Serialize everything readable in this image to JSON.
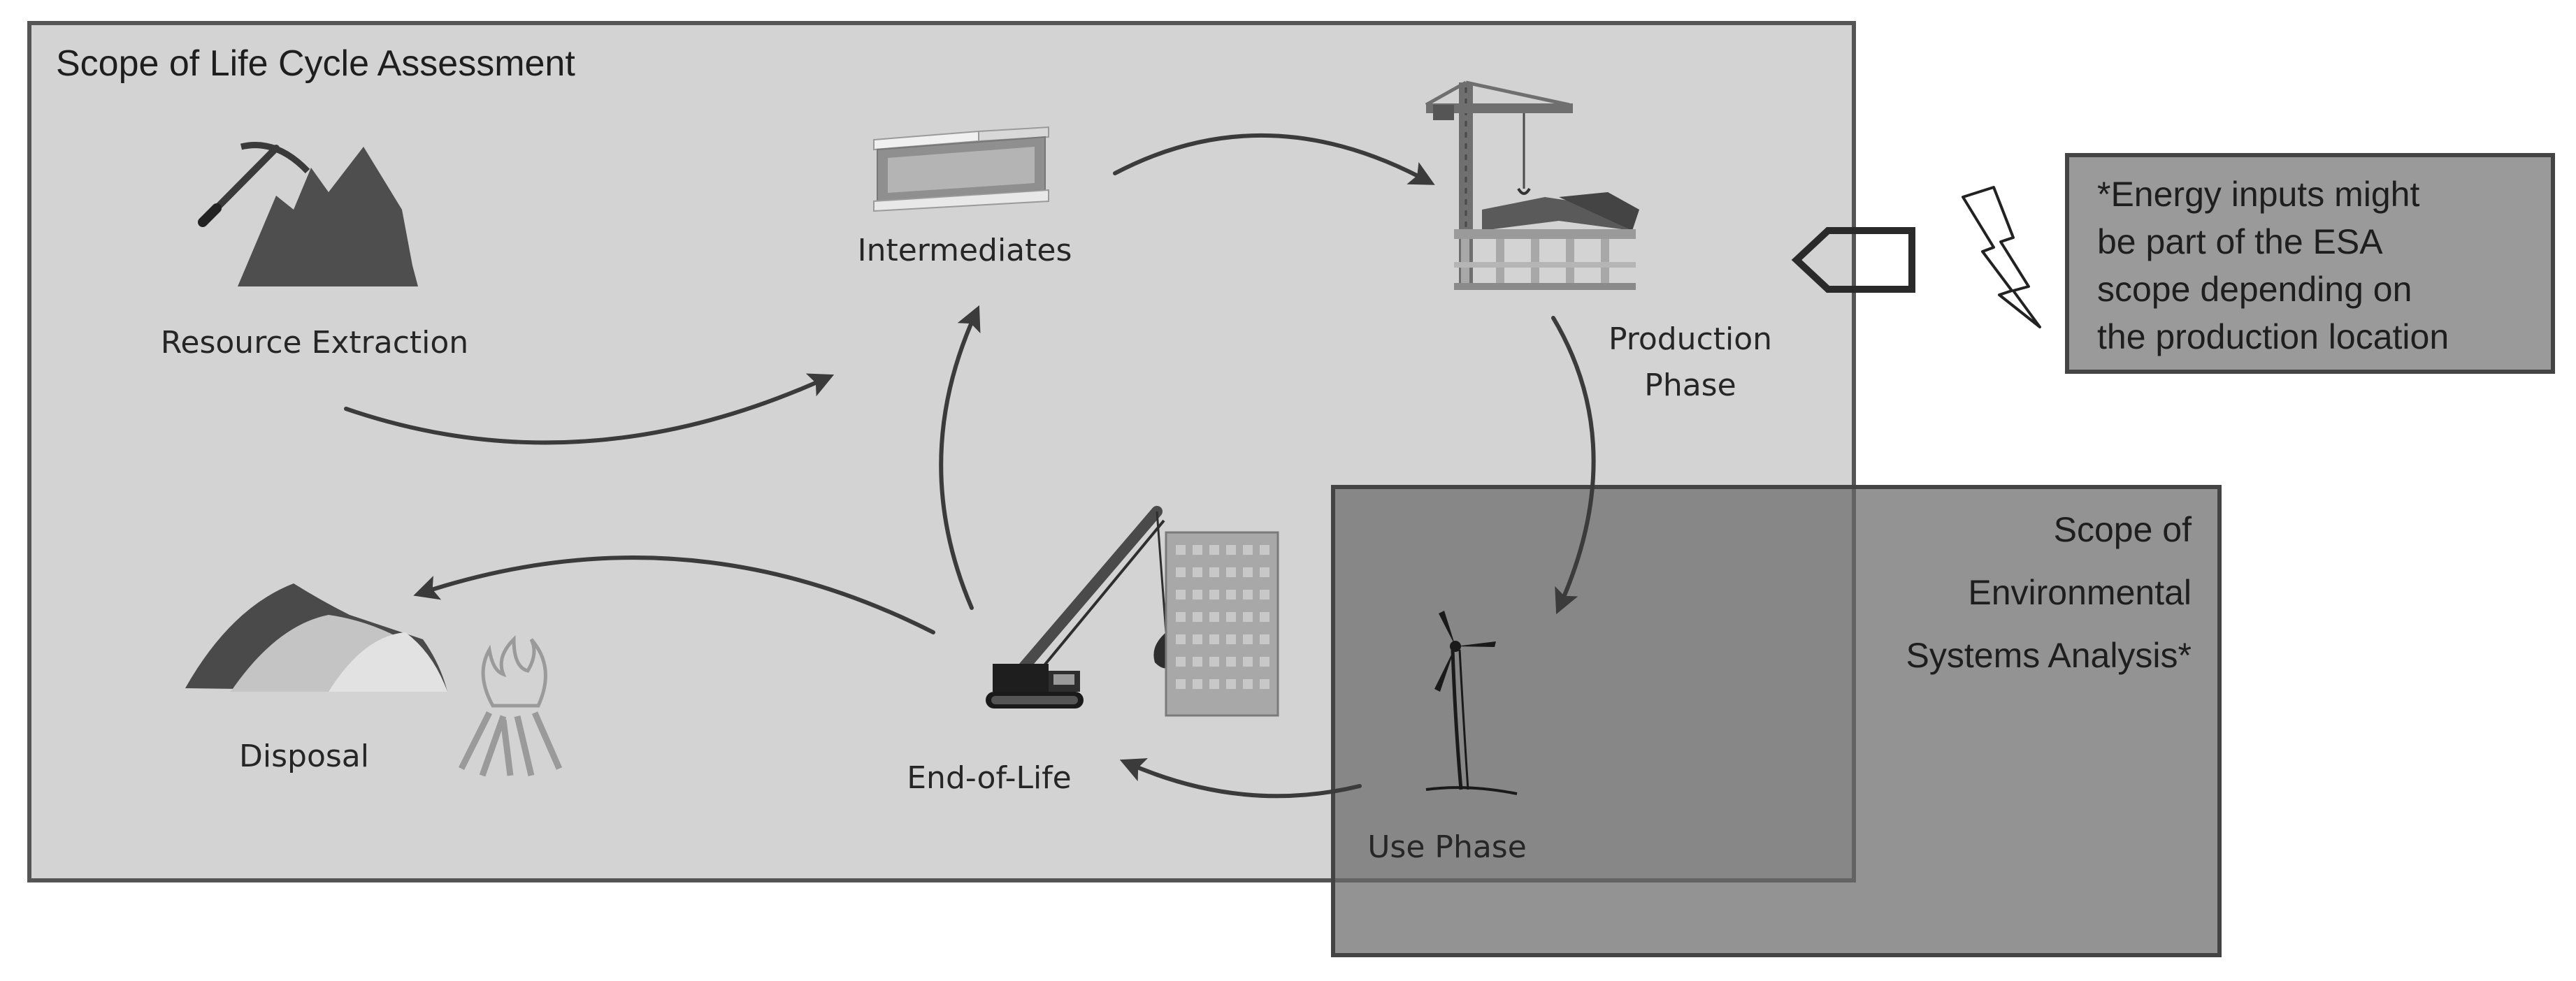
{
  "lca_scope": {
    "title": "Scope of Life Cycle Assessment"
  },
  "esa_scope": {
    "title_lines": [
      "Scope of",
      "Environmental",
      "Systems Analysis*"
    ]
  },
  "note": {
    "lines": [
      "*Energy inputs might",
      "be part of the ESA",
      "scope depending on",
      "the production location"
    ]
  },
  "stages": {
    "resource_extraction": {
      "label": "Resource Extraction"
    },
    "intermediates": {
      "label": "Intermediates"
    },
    "production": {
      "label_lines": [
        "Production",
        "Phase"
      ]
    },
    "use": {
      "label": "Use Phase"
    },
    "end_of_life": {
      "label": "End-of-Life"
    },
    "disposal": {
      "label": "Disposal"
    }
  },
  "icons": [
    "mountain-pickaxe-icon",
    "steel-beam-icon",
    "crane-construction-icon",
    "wind-turbine-icon",
    "demolition-crane-icon",
    "building-icon",
    "waste-pile-icon",
    "fire-icon",
    "lightning-icon",
    "energy-input-tag-icon"
  ],
  "colors": {
    "lca_box": "#d3d3d3",
    "esa_box": "#8c8c8c",
    "note_box": "#9a9a9a",
    "arrow": "#3b3b3b"
  }
}
